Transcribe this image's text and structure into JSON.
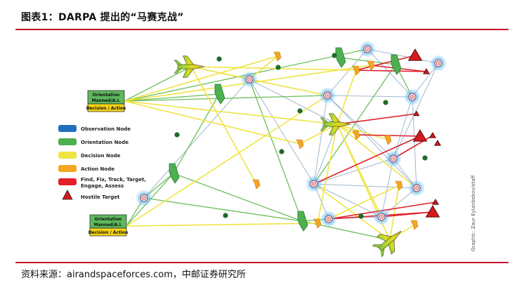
{
  "header": {
    "title": "图表1：DARPA 提出的“马赛克战”"
  },
  "footer": {
    "source": "资料来源：airandspaceforces.com，中邮证券研究所"
  },
  "diagram": {
    "credit": "Graphic: Zaur Eylanbekov/staff",
    "colors": {
      "observation": "#1f6fbf",
      "orientation": "#4caf50",
      "decision": "#f0e442",
      "action": "#f5a623",
      "kill_chain": "#e0202a",
      "hostile": "#d7191c",
      "accent": "#c8102e"
    },
    "command_boxes": [
      {
        "top_label": "Orientation",
        "sub_label": "Manned/A.I.",
        "bottom_label": "Decision / Action"
      },
      {
        "top_label": "Orientation",
        "sub_label": "Manned/A.I.",
        "bottom_label": "Decision / Action"
      }
    ],
    "legend": [
      {
        "label": "Observation Node",
        "kind": "observation"
      },
      {
        "label": "Orientation Node",
        "kind": "orientation"
      },
      {
        "label": "Decision Node",
        "kind": "decision"
      },
      {
        "label": "Action Node",
        "kind": "action"
      },
      {
        "label": "Find, Fix, Track, Target, Engage, Assess",
        "kind": "kill_chain"
      },
      {
        "label": "Hostile Target",
        "kind": "hostile"
      }
    ]
  }
}
